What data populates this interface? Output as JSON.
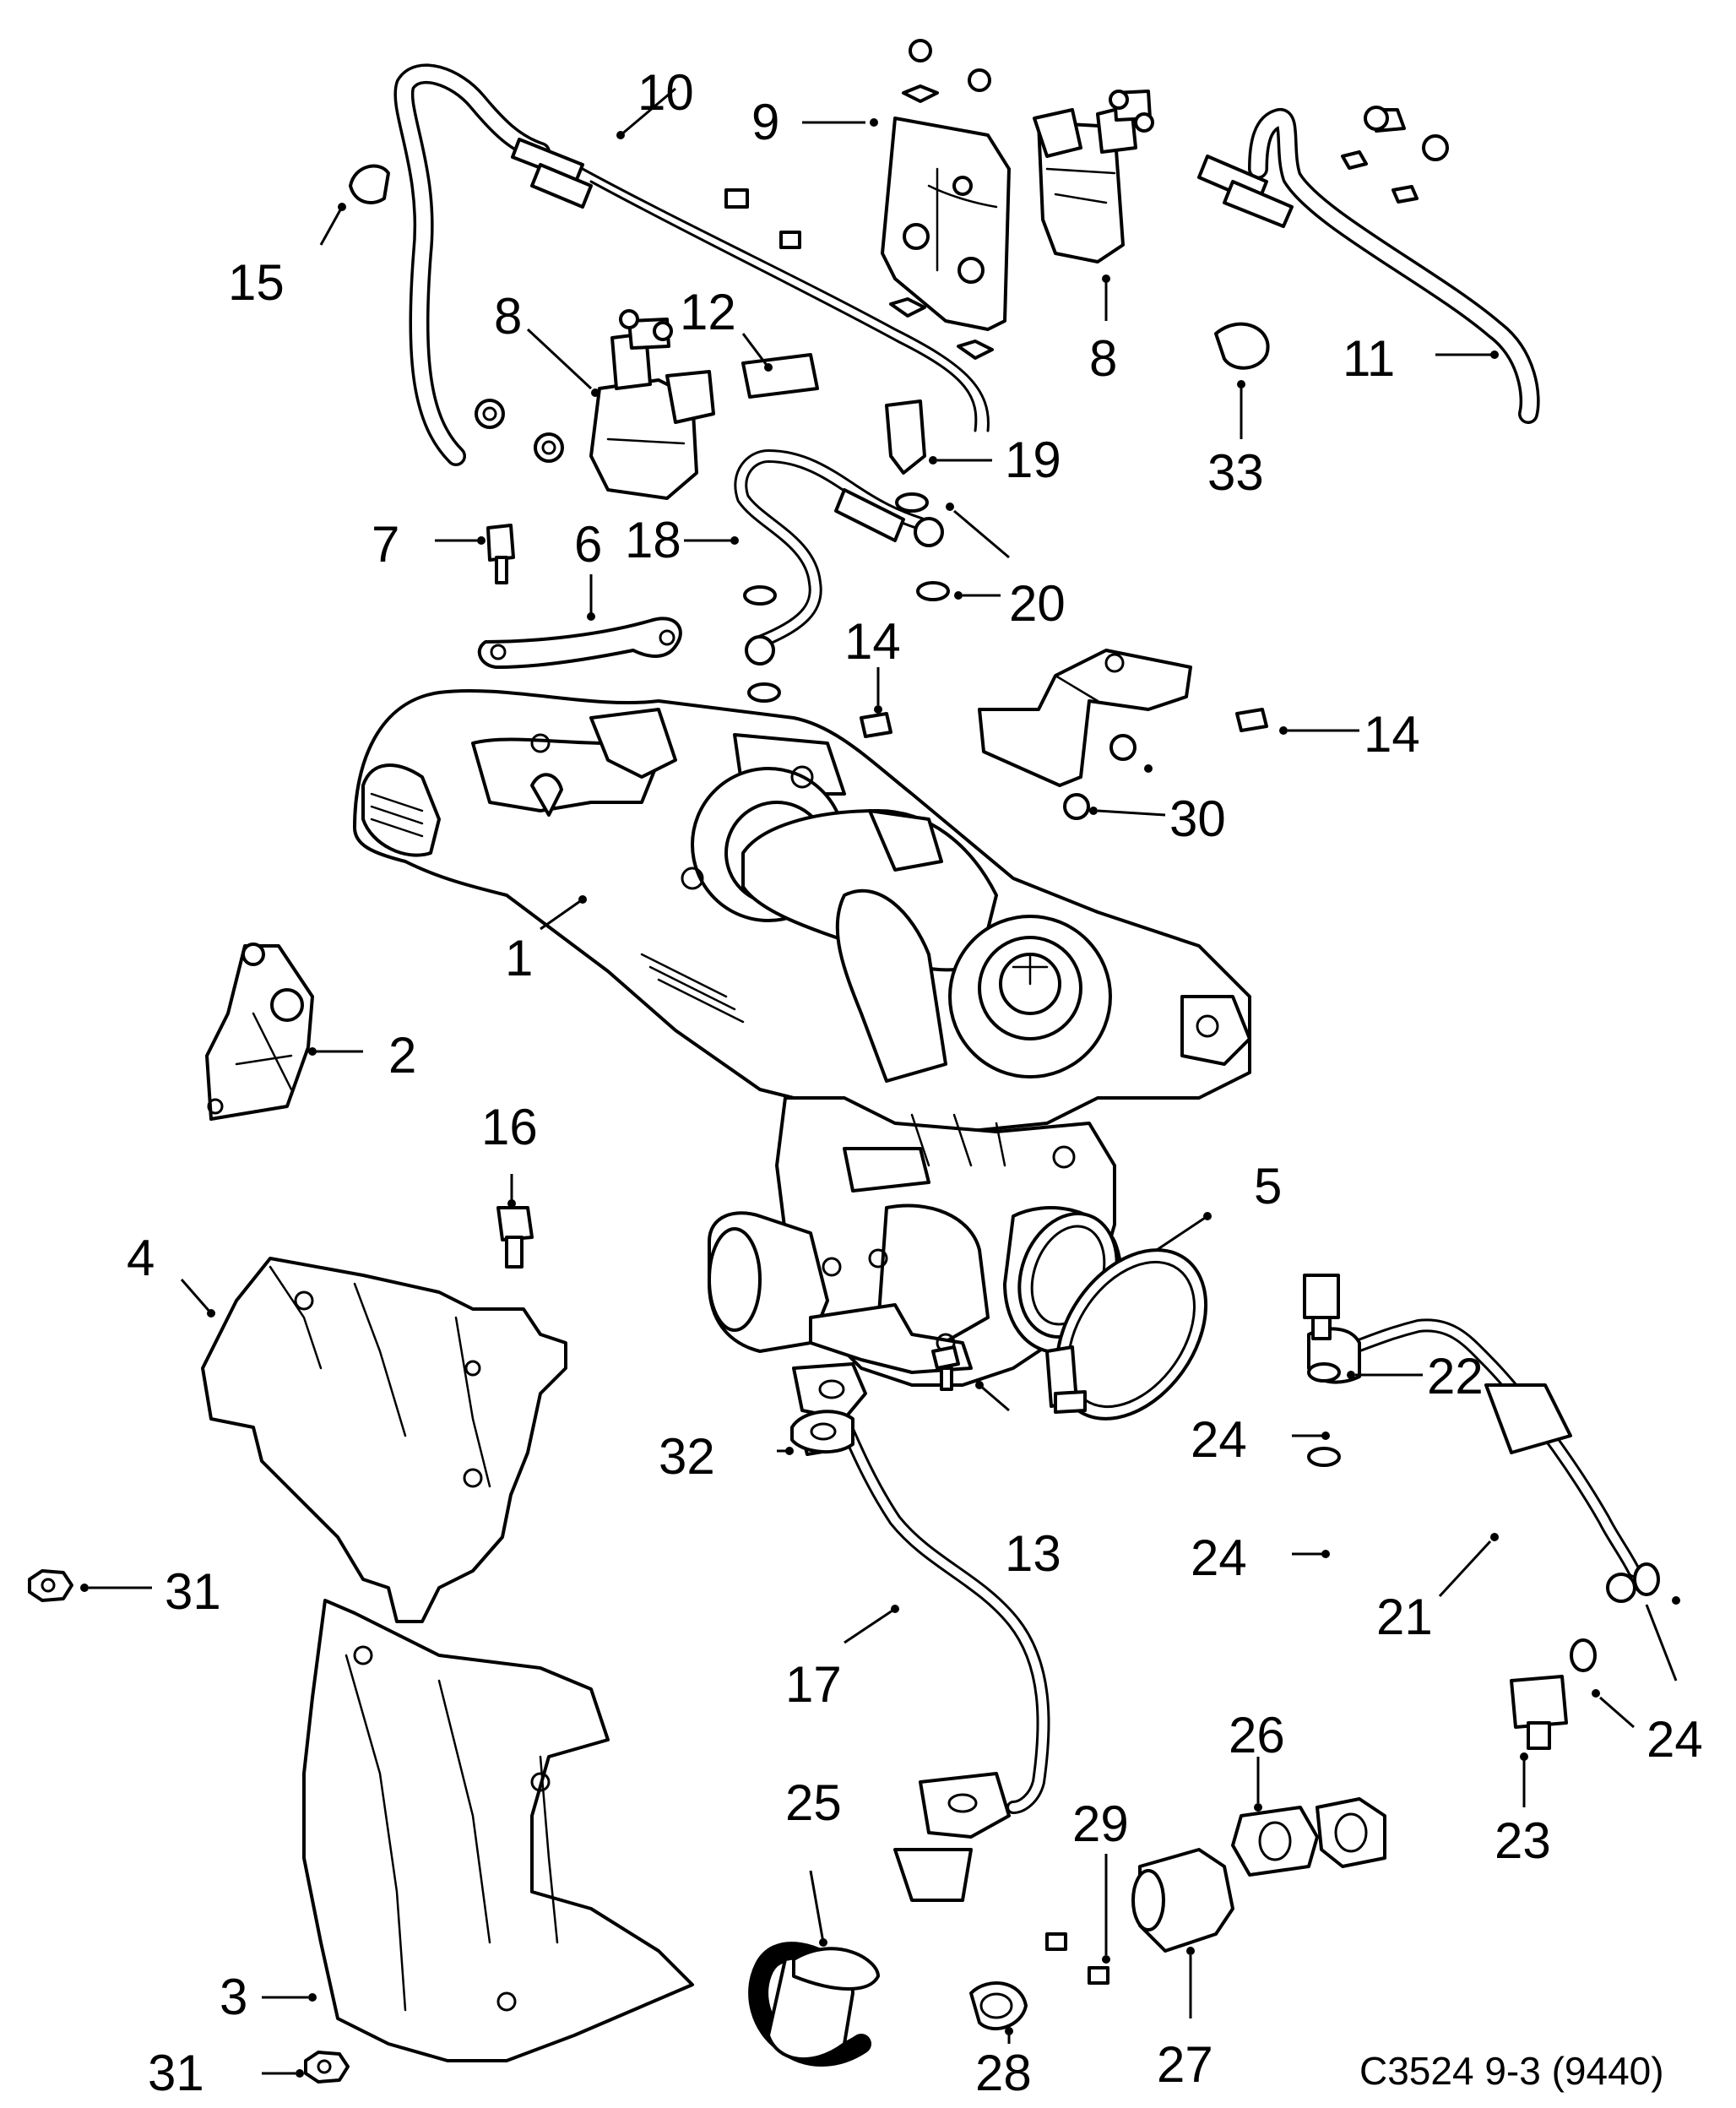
{
  "callouts": [
    {
      "id": "c1",
      "label": "1"
    },
    {
      "id": "c2",
      "label": "2"
    },
    {
      "id": "c3",
      "label": "3"
    },
    {
      "id": "c4",
      "label": "4"
    },
    {
      "id": "c5",
      "label": "5"
    },
    {
      "id": "c6",
      "label": "6"
    },
    {
      "id": "c7",
      "label": "7"
    },
    {
      "id": "c8a",
      "label": "8"
    },
    {
      "id": "c8b",
      "label": "8"
    },
    {
      "id": "c9",
      "label": "9"
    },
    {
      "id": "c10",
      "label": "10"
    },
    {
      "id": "c11",
      "label": "11"
    },
    {
      "id": "c12",
      "label": "12"
    },
    {
      "id": "c13",
      "label": "13"
    },
    {
      "id": "c14a",
      "label": "14"
    },
    {
      "id": "c14b",
      "label": "14"
    },
    {
      "id": "c15",
      "label": "15"
    },
    {
      "id": "c16",
      "label": "16"
    },
    {
      "id": "c17",
      "label": "17"
    },
    {
      "id": "c18",
      "label": "18"
    },
    {
      "id": "c19",
      "label": "19"
    },
    {
      "id": "c20a",
      "label": "20"
    },
    {
      "id": "c20b",
      "label": "20"
    },
    {
      "id": "c21",
      "label": "21"
    },
    {
      "id": "c22",
      "label": "22"
    },
    {
      "id": "c23",
      "label": "23"
    },
    {
      "id": "c24a",
      "label": "24"
    },
    {
      "id": "c24b",
      "label": "24"
    },
    {
      "id": "c24c",
      "label": "24"
    },
    {
      "id": "c25",
      "label": "25"
    },
    {
      "id": "c26",
      "label": "26"
    },
    {
      "id": "c27",
      "label": "27"
    },
    {
      "id": "c28",
      "label": "28"
    },
    {
      "id": "c29",
      "label": "29"
    },
    {
      "id": "c30",
      "label": "30"
    },
    {
      "id": "c31a",
      "label": "31"
    },
    {
      "id": "c31b",
      "label": "31"
    },
    {
      "id": "c32",
      "label": "32"
    },
    {
      "id": "c33",
      "label": "33"
    }
  ],
  "drawing_code": "C3524 9-3 (9440)"
}
